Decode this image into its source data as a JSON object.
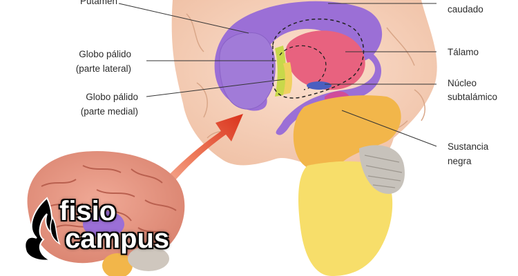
{
  "labels": {
    "putamen": "Putamen",
    "caudado": "caudado",
    "globo_lateral_1": "Globo pálido",
    "globo_lateral_2": "(parte lateral)",
    "globo_medial_1": "Globo pálido",
    "globo_medial_2": "(parte medial)",
    "talamo": "Tálamo",
    "subtalamico_1": "Núcleo",
    "subtalamico_2": "subtalámico",
    "sustancia_1": "Sustancia",
    "sustancia_2": "negra"
  },
  "logo": {
    "word1": "fisio",
    "word2": "campus"
  },
  "colors": {
    "caudate_putamen": "#9b6fd6",
    "thalamus": "#e8627f",
    "globus_lateral": "#c8d84a",
    "globus_medial": "#f0d060",
    "subthalamic": "#4a5fc0",
    "substantia_nigra": "#d04c9a",
    "brainstem": "#f2b64a",
    "cortex": "#f6cbb0",
    "arrow": "#e6452a"
  }
}
